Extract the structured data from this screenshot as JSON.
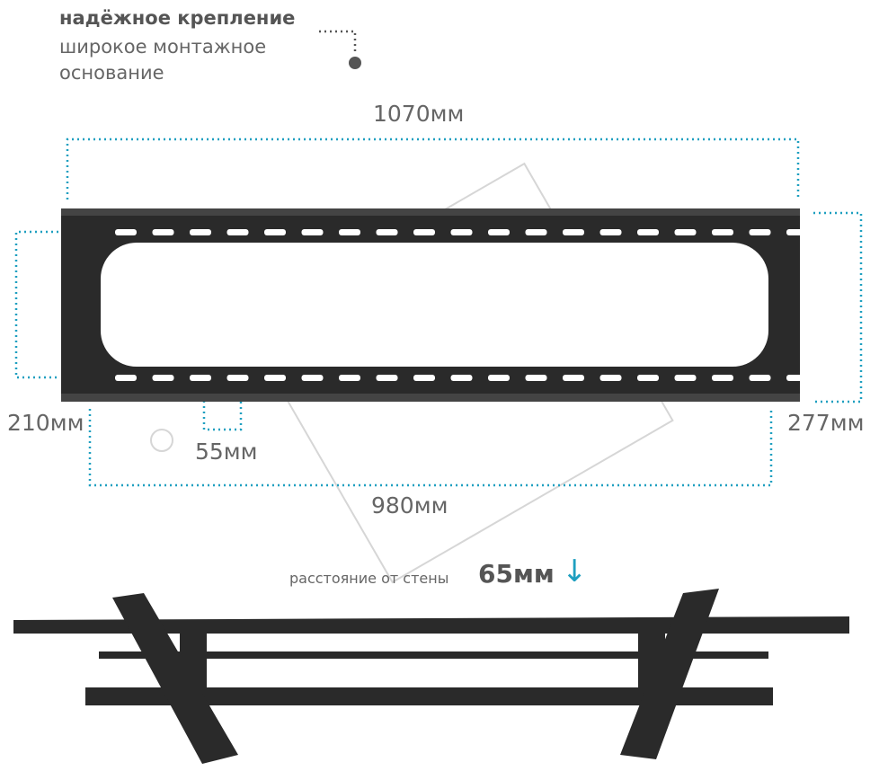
{
  "feature": {
    "title": "надёжное крепление",
    "subtitle_line1": "широкое монтажное",
    "subtitle_line2": "основание"
  },
  "dimensions": {
    "width_top": "1070мм",
    "height_left": "210мм",
    "height_right": "277мм",
    "hole_spacing": "55мм",
    "width_bottom": "980мм"
  },
  "wall_distance": {
    "label": "расстояние от стены",
    "value": "65мм",
    "arrow_icon": "arrow-down-icon"
  },
  "colors": {
    "accent": "#1e9fc0",
    "metal": "#2a2a2a",
    "text": "#555555"
  }
}
